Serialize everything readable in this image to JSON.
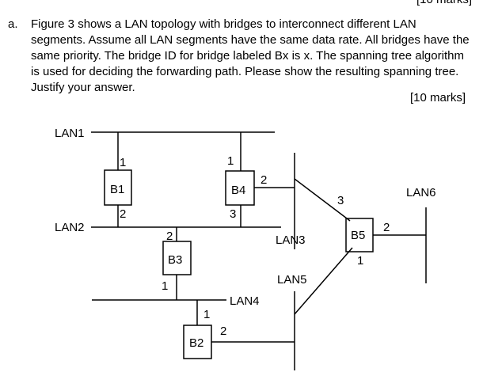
{
  "top_marks": "[10 marks]",
  "question": {
    "letter": "a.",
    "text": "Figure 3 shows a LAN topology with bridges to interconnect different LAN segments. Assume all LAN segments have the same data rate. All bridges have the same priority. The bridge ID for bridge labeled Bx is x. The spanning tree algorithm is used for deciding the forwarding path. Please show the resulting spanning tree. Justify your answer.",
    "marks": "[10 marks]"
  },
  "diagram": {
    "lans": {
      "lan1": "LAN1",
      "lan2": "LAN2",
      "lan3": "LAN3",
      "lan4": "LAN4",
      "lan5": "LAN5",
      "lan6": "LAN6"
    },
    "bridges": {
      "b1": "B1",
      "b2": "B2",
      "b3": "B3",
      "b4": "B4",
      "b5": "B5"
    },
    "ports": {
      "b1_p1": "1",
      "b1_p2": "2",
      "b4_p1": "1",
      "b4_p2": "2",
      "b4_p3": "3",
      "b3_p2": "2",
      "b3_p1": "1",
      "b2_p1": "1",
      "b2_p2": "2",
      "b5_p3": "3",
      "b5_p2": "2",
      "b5_p1": "1"
    }
  }
}
